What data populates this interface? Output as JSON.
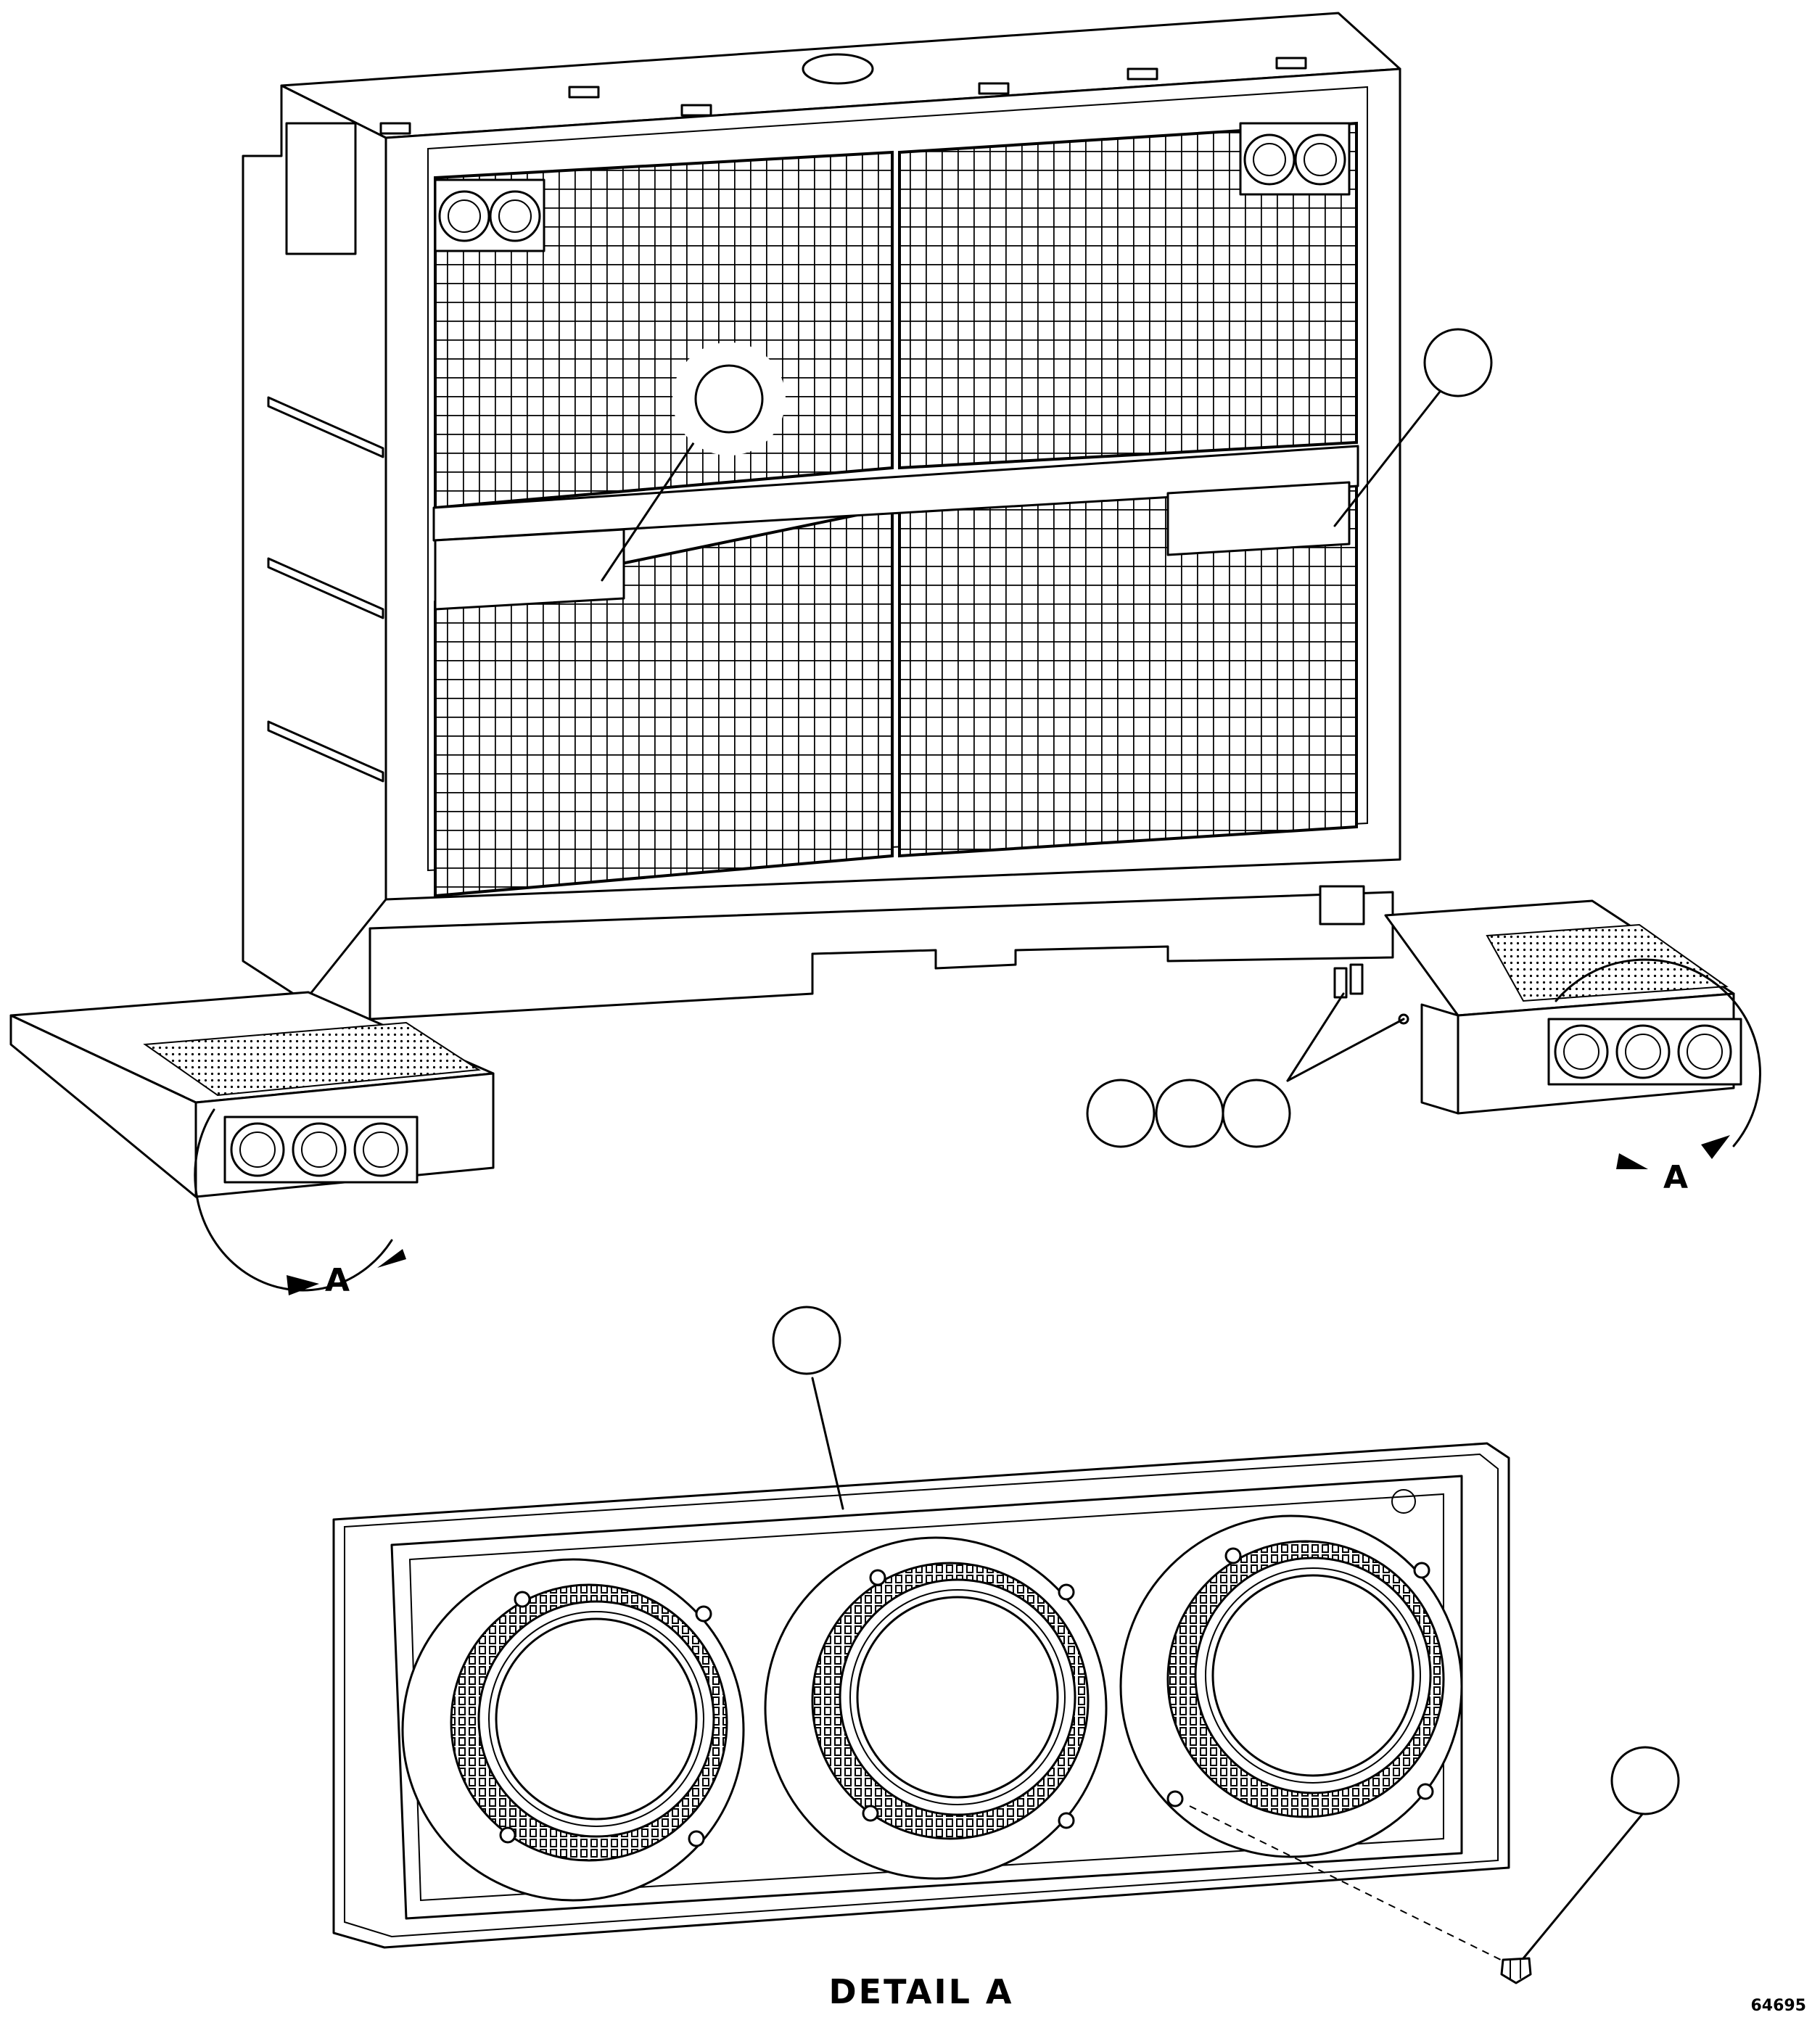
{
  "detail_caption": "DETAIL A",
  "view_label_left": "A",
  "view_label_right": "A",
  "drawing_number": "64695",
  "callouts": [
    {
      "id": "callout-grille-left",
      "text": ""
    },
    {
      "id": "callout-grille-right",
      "text": ""
    },
    {
      "id": "callout-bracket-1",
      "text": ""
    },
    {
      "id": "callout-bracket-2",
      "text": ""
    },
    {
      "id": "callout-bracket-3",
      "text": ""
    },
    {
      "id": "callout-light-housing",
      "text": ""
    },
    {
      "id": "callout-screw",
      "text": ""
    }
  ]
}
